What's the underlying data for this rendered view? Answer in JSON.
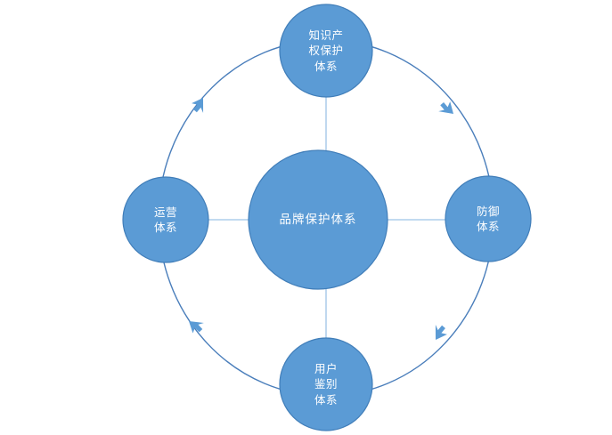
{
  "diagram": {
    "title": "品牌保护体系",
    "type": "cycle-with-hub",
    "flow_direction": "clockwise",
    "colors": {
      "node_fill": "#5B9BD5",
      "node_stroke": "#417EB9",
      "ring_stroke": "#4A7EBB",
      "spoke_stroke": "#9DC3E6",
      "arrow_fill": "#5B9BD5",
      "label_text": "#FFFFFF",
      "background": "#FFFFFF"
    },
    "center": {
      "name": "品牌保护体系",
      "lines": [
        "品牌保护体系"
      ]
    },
    "nodes": [
      {
        "position": "top",
        "name": "知识产权保护体系",
        "lines": [
          "知识产",
          "权保护",
          "体系"
        ]
      },
      {
        "position": "right",
        "name": "防御体系",
        "lines": [
          "防御",
          "体系"
        ]
      },
      {
        "position": "bottom",
        "name": "用户鉴别体系",
        "lines": [
          "用户",
          "鉴别",
          "体系"
        ]
      },
      {
        "position": "left",
        "name": "运营体系",
        "lines": [
          "运营",
          "体系"
        ]
      }
    ],
    "arrows": [
      {
        "name": "arrow-top-right",
        "direction": "down-right"
      },
      {
        "name": "arrow-bottom-right",
        "direction": "down-left"
      },
      {
        "name": "arrow-bottom-left",
        "direction": "up-left"
      },
      {
        "name": "arrow-top-left",
        "direction": "up-right"
      }
    ]
  }
}
